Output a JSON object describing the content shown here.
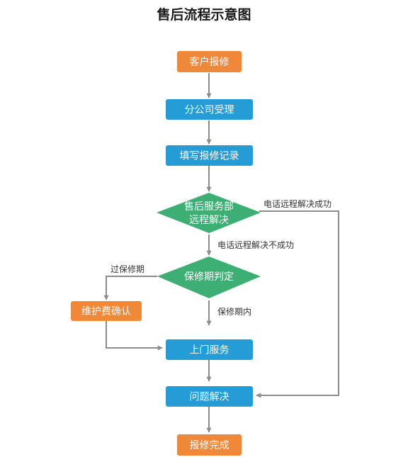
{
  "title": "售后流程示意图",
  "colors": {
    "orange": "#F0883A",
    "blue": "#259CD6",
    "green": "#3DAF74",
    "arrow": "#8C8C8C"
  },
  "nodes": {
    "customer_report": "客户报修",
    "branch_accept": "分公司受理",
    "fill_record": "填写报修记录",
    "remote_line1": "售后服务部",
    "remote_line2": "远程解决",
    "warranty_check": "保修期判定",
    "maintenance_fee": "维护费确认",
    "onsite_service": "上门服务",
    "problem_solved": "问题解决",
    "repair_done": "报修完成"
  },
  "edges": {
    "phone_success": "电话远程解决成功",
    "phone_fail": "电话远程解决不成功",
    "out_of_warranty": "过保修期",
    "in_warranty": "保修期内"
  }
}
